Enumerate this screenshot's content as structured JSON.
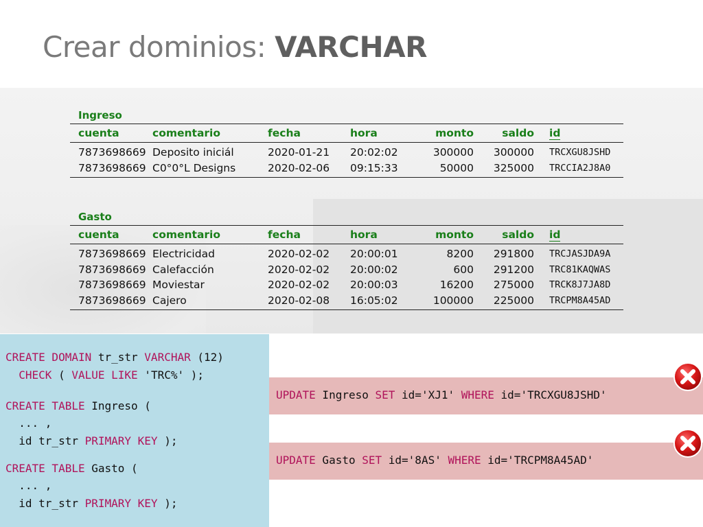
{
  "title": {
    "prefix": "Crear dominios: ",
    "highlight": "VARCHAR"
  },
  "tables": {
    "ingreso": {
      "name": "Ingreso",
      "headers": {
        "cuenta": "cuenta",
        "comentario": "comentario",
        "fecha": "fecha",
        "hora": "hora",
        "monto": "monto",
        "saldo": "saldo",
        "id": "id"
      },
      "rows": [
        {
          "cuenta": "7873698669",
          "comentario": "Deposito iniciál",
          "fecha": "2020-01-21",
          "hora": "20:02:02",
          "monto": "300000",
          "saldo": "300000",
          "id": "TRCXGU8JSHD"
        },
        {
          "cuenta": "7873698669",
          "comentario": "C0°0°L Designs",
          "fecha": "2020-02-06",
          "hora": "09:15:33",
          "monto": "50000",
          "saldo": "325000",
          "id": "TRCCIA2J8A0"
        }
      ]
    },
    "gasto": {
      "name": "Gasto",
      "headers": {
        "cuenta": "cuenta",
        "comentario": "comentario",
        "fecha": "fecha",
        "hora": "hora",
        "monto": "monto",
        "saldo": "saldo",
        "id": "id"
      },
      "rows": [
        {
          "cuenta": "7873698669",
          "comentario": "Electricidad",
          "fecha": "2020-02-02",
          "hora": "20:00:01",
          "monto": "8200",
          "saldo": "291800",
          "id": "TRCJASJDA9A"
        },
        {
          "cuenta": "7873698669",
          "comentario": "Calefacción",
          "fecha": "2020-02-02",
          "hora": "20:00:02",
          "monto": "600",
          "saldo": "291200",
          "id": "TRC81KAQWAS"
        },
        {
          "cuenta": "7873698669",
          "comentario": "Moviestar",
          "fecha": "2020-02-02",
          "hora": "20:00:03",
          "monto": "16200",
          "saldo": "275000",
          "id": "TRCK8J7JA8D"
        },
        {
          "cuenta": "7873698669",
          "comentario": "Cajero",
          "fecha": "2020-02-08",
          "hora": "16:05:02",
          "monto": "100000",
          "saldo": "225000",
          "id": "TRCPM8A45AD"
        }
      ]
    }
  },
  "code": {
    "l1": {
      "kw1": "CREATE DOMAIN",
      "t1": " tr_str ",
      "kw2": "VARCHAR",
      "t2": " (12)"
    },
    "l2": {
      "t0": "  ",
      "kw1": "CHECK",
      "t1": " ( ",
      "kw2": "VALUE LIKE",
      "t2": " 'TRC%' );"
    },
    "l3": {
      "kw1": "CREATE TABLE",
      "t1": " Ingreso ("
    },
    "l4": {
      "t1": "  ... ,"
    },
    "l5": {
      "t1": "  id tr_str ",
      "kw1": "PRIMARY KEY",
      "t2": " );"
    },
    "l6": {
      "kw1": "CREATE TABLE",
      "t1": " Gasto ("
    },
    "l7": {
      "t1": "  ... ,"
    },
    "l8": {
      "t1": "  id tr_str ",
      "kw1": "PRIMARY KEY",
      "t2": " );"
    }
  },
  "updates": [
    {
      "kw1": "UPDATE",
      "t1": " Ingreso ",
      "kw2": "SET",
      "t2": " id='XJ1' ",
      "kw3": "WHERE",
      "t3": " id='TRCXGU8JSHD'"
    },
    {
      "kw1": "UPDATE",
      "t1": " Gasto ",
      "kw2": "SET",
      "t2": " id='8AS' ",
      "kw3": "WHERE",
      "t3": " id='TRCPM8A45AD'"
    }
  ],
  "icons": {
    "error": "error-x-icon"
  },
  "colors": {
    "table_header": "#1a7f1a",
    "keyword": "#b0135a",
    "code_bg": "#b8dde8",
    "update_bg": "#e6b9b9",
    "error_icon": "#cc1111"
  }
}
